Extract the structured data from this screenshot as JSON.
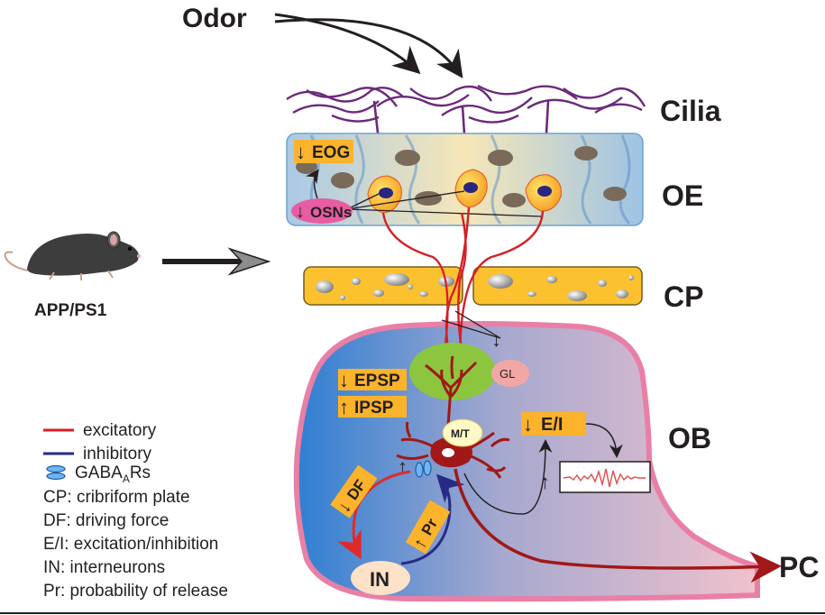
{
  "labels": {
    "odor": "Odor",
    "cilia": "Cilia",
    "oe": "OE",
    "cp": "CP",
    "ob": "OB",
    "pc": "PC",
    "mouse": "APP/PS1",
    "osns": "OSNs",
    "gl": "GL",
    "mt": "M/T",
    "in": "IN"
  },
  "badges": {
    "eog": "EOG",
    "osns_arrow": "↓",
    "eog_arrow": "↓",
    "epsp": "EPSP",
    "epsp_arrow": "↓",
    "ipsp": "IPSP",
    "ipsp_arrow": "↑",
    "ei": "E/I",
    "ei_arrow": "↓",
    "df": "DF",
    "df_arrow": "↓",
    "pr": "Pr",
    "pr_arrow": "↑",
    "gaba_up": "↑",
    "trace_up": "↑",
    "gl_down": "↓"
  },
  "legend": {
    "excitatory": "excitatory",
    "inhibitory": "inhibitory",
    "gaba_main": "GABA",
    "gaba_sub": "A",
    "gaba_tail": "Rs",
    "cp": "CP: cribriform plate",
    "df": "DF: driving force",
    "ei": "E/I: excitation/inhibition",
    "in": "IN: interneurons",
    "pr": "Pr: probability of release"
  },
  "colors": {
    "excitatory": "#d51f26",
    "inhibitory": "#262a84",
    "badge": "#fbb32c",
    "dendrite": "#a01818",
    "cilia": "#6b2a7a"
  }
}
